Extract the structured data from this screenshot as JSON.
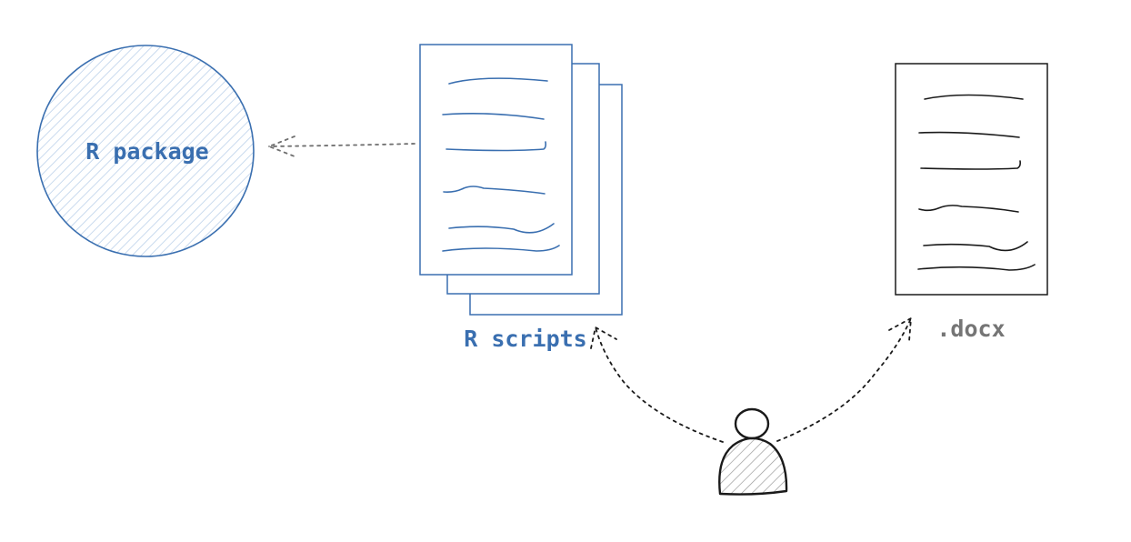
{
  "labels": {
    "package": "R package",
    "scripts": "R scripts",
    "docx": ".docx"
  },
  "colors": {
    "blue": "#3a6fb0",
    "black": "#1a1a1a",
    "gray_text": "#757575",
    "gray_arrow": "#6f6f6f",
    "blue_hatch": "#bcd1ea",
    "gray_hatch": "#9a9a9a"
  },
  "icons": [
    "circle-node",
    "document-stack-icon",
    "document-icon",
    "person-icon"
  ]
}
